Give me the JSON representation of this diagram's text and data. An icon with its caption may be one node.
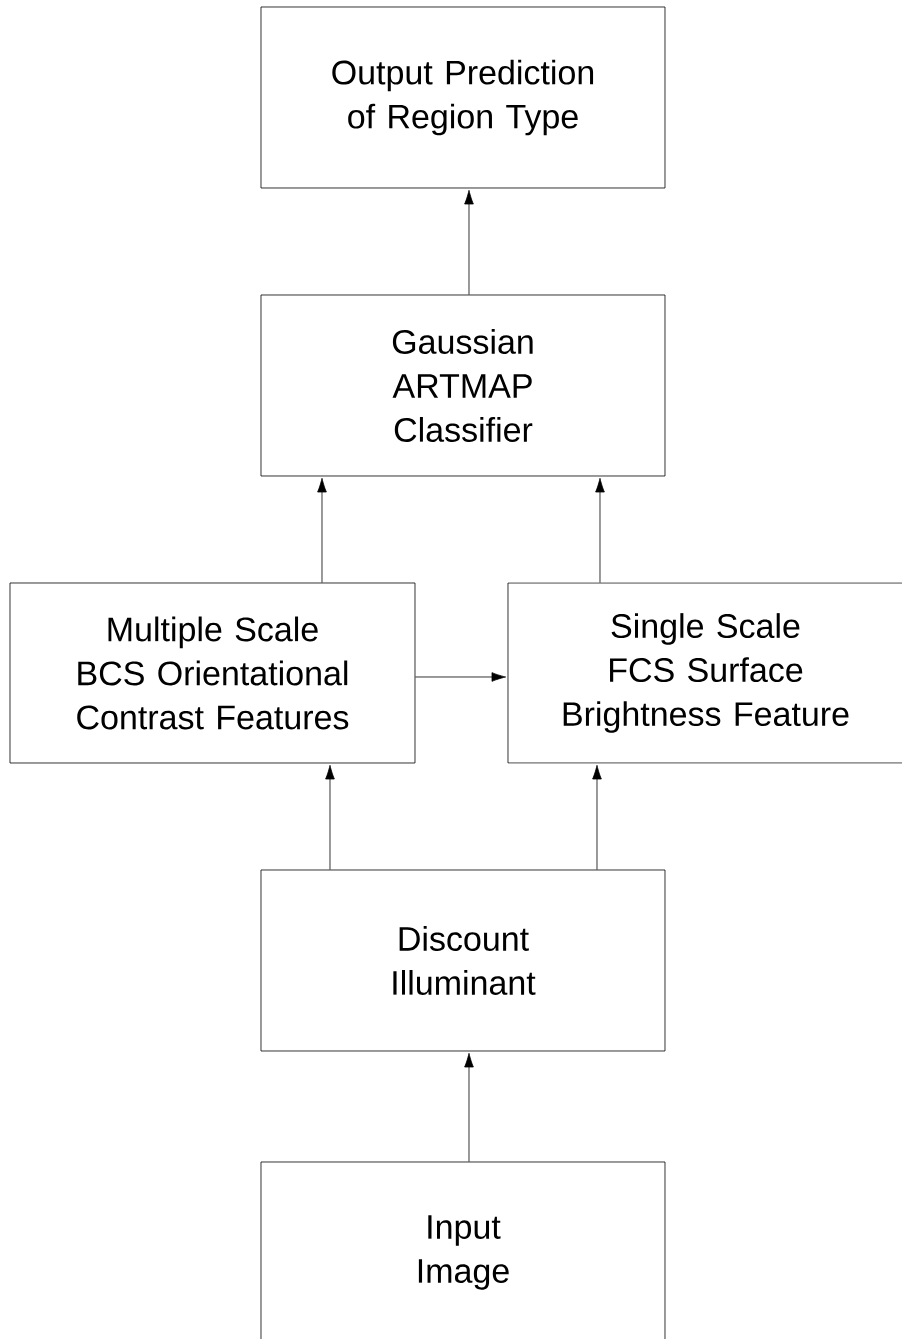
{
  "diagram": {
    "nodes": [
      {
        "text": [
          "Output Prediction of Region Type"
        ]
      },
      {
        "text": [
          "Gaussian ARTMAP Classifier"
        ]
      },
      {
        "text": [
          "Multiple Scale BCS Orientational Contrast Features"
        ]
      },
      {
        "text": [
          "Single Scale FCS Surface Brightness Feature"
        ]
      },
      {
        "text": [
          "Discount Illuminant"
        ]
      },
      {
        "text": [
          "Input Image"
        ]
      }
    ],
    "edges": [
      {
        "from": 5,
        "to": 4,
        "arrow": "to"
      },
      {
        "from": 4,
        "to": 2,
        "arrow": "to"
      },
      {
        "from": 4,
        "to": 3,
        "arrow": "to"
      },
      {
        "from": 2,
        "to": 3,
        "arrow": "to"
      },
      {
        "from": 2,
        "to": 1,
        "arrow": "to"
      },
      {
        "from": 3,
        "to": 1,
        "arrow": "to"
      },
      {
        "from": 1,
        "to": 0,
        "arrow": "to"
      }
    ]
  }
}
